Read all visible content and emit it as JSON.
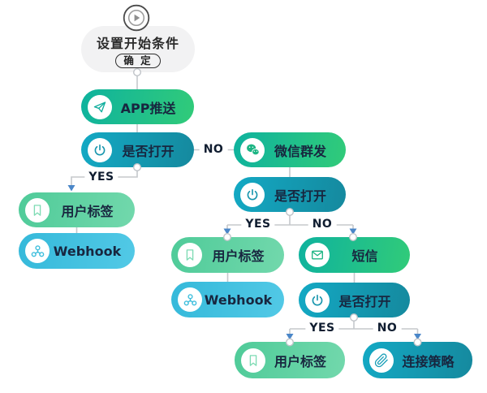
{
  "flow": {
    "start": {
      "title": "设置开始条件",
      "confirm_label": "确 定"
    },
    "nodes": {
      "app_push": {
        "label": "APP推送",
        "icon": "send-icon"
      },
      "open_check_1": {
        "label": "是否打开",
        "icon": "power-icon"
      },
      "wechat_bulk": {
        "label": "微信群发",
        "icon": "wechat-icon"
      },
      "open_check_2": {
        "label": "是否打开",
        "icon": "power-icon"
      },
      "user_tag_1": {
        "label": "用户标签",
        "icon": "bookmark-icon"
      },
      "webhook_1": {
        "label": "Webhook",
        "icon": "webhook-icon"
      },
      "user_tag_2": {
        "label": "用户标签",
        "icon": "bookmark-icon"
      },
      "webhook_2": {
        "label": "Webhook",
        "icon": "webhook-icon"
      },
      "sms": {
        "label": "短信",
        "icon": "envelope-icon"
      },
      "open_check_3": {
        "label": "是否打开",
        "icon": "power-icon"
      },
      "user_tag_3": {
        "label": "用户标签",
        "icon": "bookmark-icon"
      },
      "link_strategy": {
        "label": "连接策略",
        "icon": "paperclip-icon"
      }
    },
    "edge_labels": {
      "yes": "YES",
      "no": "NO"
    },
    "colors": {
      "action_green_start": "#0eb29e",
      "action_green_end": "#31cb79",
      "condition_teal_start": "#13a9c4",
      "condition_teal_end": "#15899e",
      "tag_mint_start": "#4fcb99",
      "tag_mint_end": "#72d8ac",
      "webhook_cyan_start": "#35b9da",
      "webhook_cyan_end": "#52c9e6",
      "start_node_bg": "#f2f2f3",
      "node_text": "#18263f",
      "wire_gray": "#c5c8cc",
      "arrow_blue": "#4a86c8"
    }
  }
}
